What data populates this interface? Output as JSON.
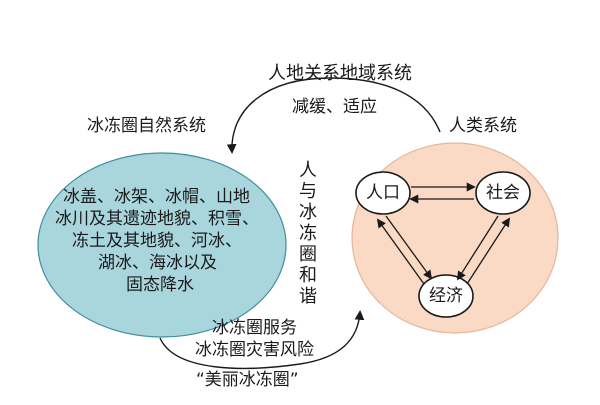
{
  "top_arrow": {
    "title": "人地关系地域系统",
    "subtitle": "减缓、适应"
  },
  "left_system": {
    "label": "冰冻圈自然系统",
    "content_lines": [
      "冰盖、冰架、冰帽、山地",
      "冰川及其遗迹地貌、积雪、",
      "冻土及其地貌、河冰、",
      "湖冰、海冰以及",
      "固态降水"
    ]
  },
  "right_system": {
    "label": "人类系统",
    "nodes": {
      "population": "人口",
      "society": "社会",
      "economy": "经济"
    }
  },
  "center_text": "人与冰冻圈和谐",
  "bottom_arrow": {
    "line1": "冰冻圈服务",
    "line2": "冰冻圈灾害风险",
    "caption": "“美丽冰冻圈”"
  },
  "colors": {
    "left_fill": "#a9d5dd",
    "right_fill": "#fad9c5",
    "node_fill": "#ffffff",
    "stroke": "#1a1a1a"
  }
}
